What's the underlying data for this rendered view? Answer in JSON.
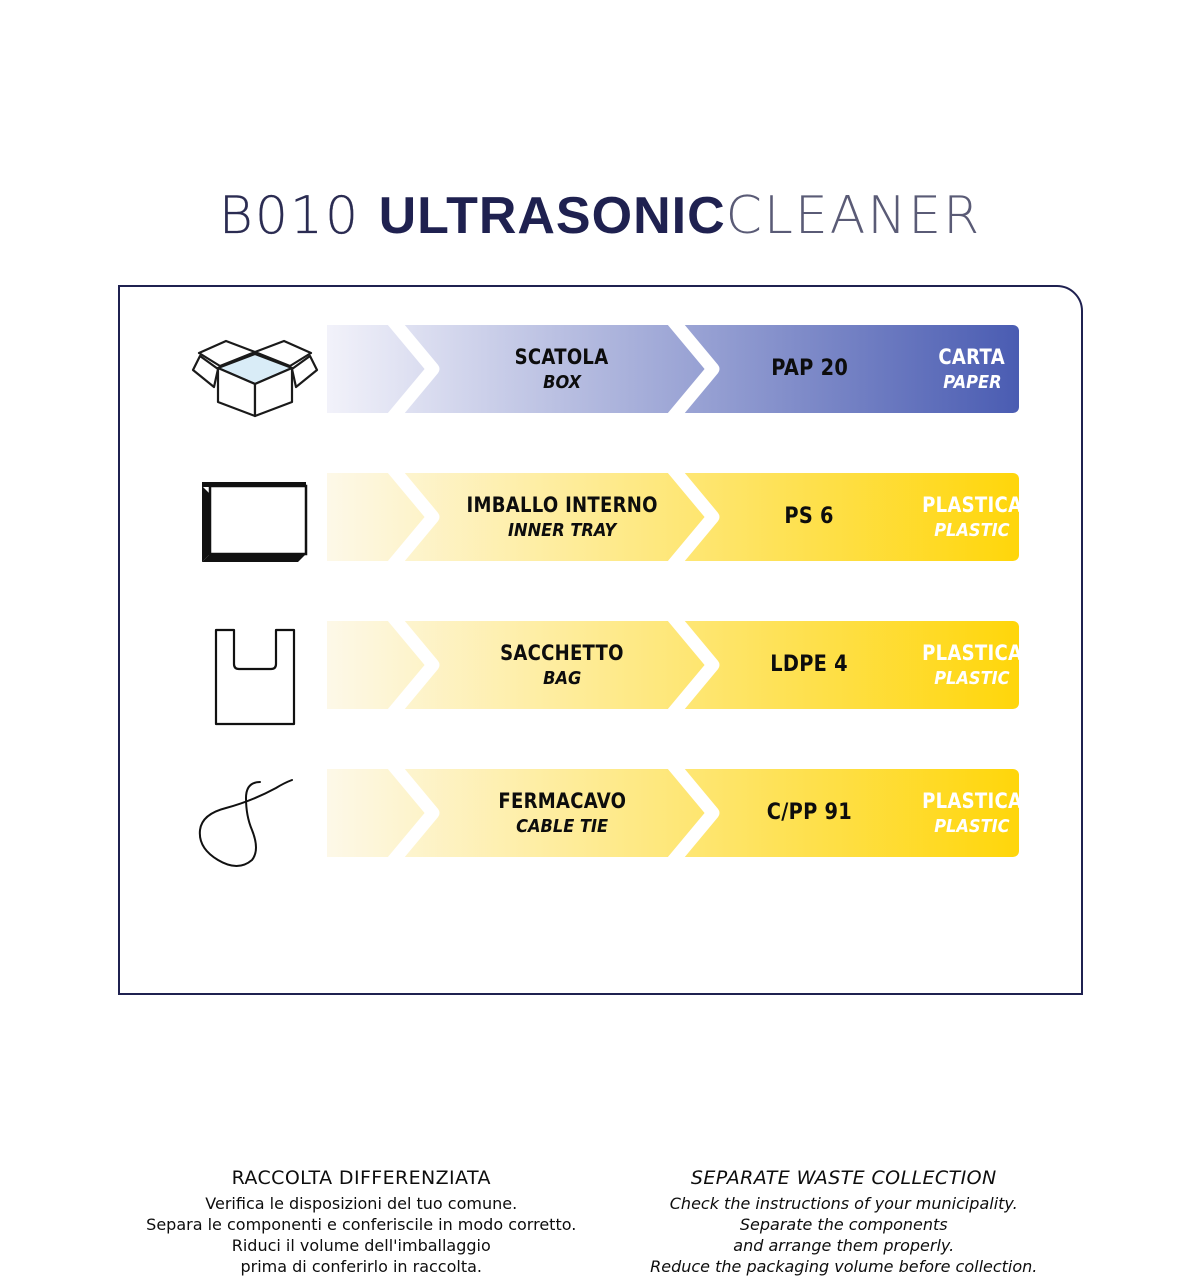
{
  "title": {
    "model": "B010",
    "bold": "ULTRASONIC",
    "light": "CLEANER"
  },
  "colors": {
    "frame_border": "#1f2150",
    "title_dark": "#1f2150",
    "title_gray": "#5a5b76",
    "paper_start": "#f2f2fa",
    "paper_end": "#4a5cb2",
    "plastic_start": "#fdf8e8",
    "plastic_end": "#ffd60a",
    "chevron": "#ffffff",
    "text_dark": "#0d0d0d",
    "text_light": "#ffffff"
  },
  "rows": [
    {
      "icon": "open-box-icon",
      "material_it": "SCATOLA",
      "material_en": "BOX",
      "code": "PAP 20",
      "stream_it": "CARTA",
      "stream_en": "PAPER",
      "gradient_start": "#f2f2fa",
      "gradient_end": "#4a5cb2",
      "name_color": "#0d0d0d",
      "code_color": "#0d0d0d",
      "stream_color": "#ffffff"
    },
    {
      "icon": "inner-tray-icon",
      "material_it": "IMBALLO INTERNO",
      "material_en": "INNER TRAY",
      "code": "PS 6",
      "stream_it": "PLASTICA",
      "stream_en": "PLASTIC",
      "gradient_start": "#fdf8e8",
      "gradient_end": "#ffd60a",
      "name_color": "#0d0d0d",
      "code_color": "#0d0d0d",
      "stream_color": "#ffffff"
    },
    {
      "icon": "shopping-bag-icon",
      "material_it": "SACCHETTO",
      "material_en": "BAG",
      "code": "LDPE 4",
      "stream_it": "PLASTICA",
      "stream_en": "PLASTIC",
      "gradient_start": "#fdf8e8",
      "gradient_end": "#ffd60a",
      "name_color": "#0d0d0d",
      "code_color": "#0d0d0d",
      "stream_color": "#ffffff"
    },
    {
      "icon": "cable-tie-icon",
      "material_it": "FERMACAVO",
      "material_en": "CABLE TIE",
      "code": "C/PP 91",
      "stream_it": "PLASTICA",
      "stream_en": "PLASTIC",
      "gradient_start": "#fdf8e8",
      "gradient_end": "#ffd60a",
      "name_color": "#0d0d0d",
      "code_color": "#0d0d0d",
      "stream_color": "#ffffff"
    }
  ],
  "footer": {
    "italian": {
      "heading": "RACCOLTA DIFFERENZIATA",
      "lines": [
        "Verifica le disposizioni del tuo comune.",
        "Separa le componenti e conferiscile in modo corretto.",
        "Riduci il volume dell'imballaggio",
        "prima di conferirlo in raccolta."
      ]
    },
    "english": {
      "heading": "SEPARATE WASTE COLLECTION",
      "lines": [
        "Check the instructions of your municipality.",
        "Separate the components",
        "and arrange them properly.",
        "Reduce the packaging volume before collection."
      ]
    }
  }
}
